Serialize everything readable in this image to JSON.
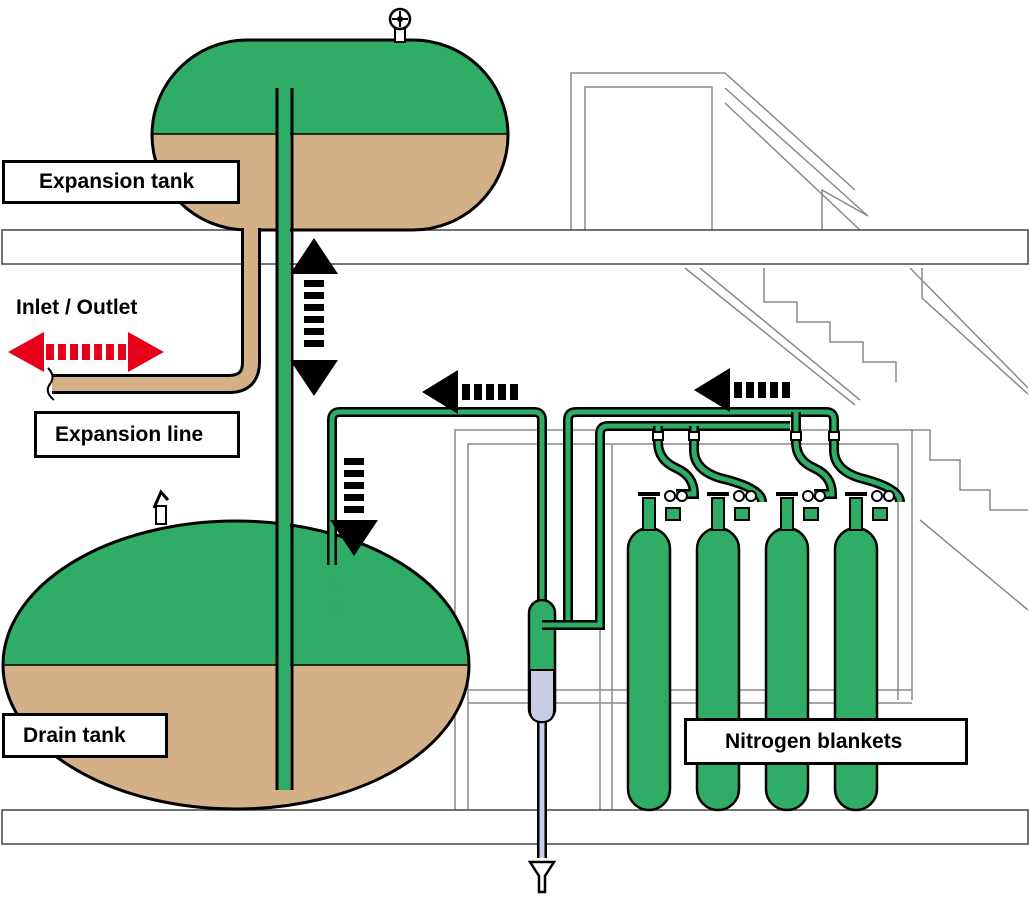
{
  "labels": {
    "expansion_tank": "Expansion tank",
    "inlet_outlet": "Inlet / Outlet",
    "expansion_line": "Expansion line",
    "drain_tank": "Drain tank",
    "nitrogen_blankets": "Nitrogen blankets"
  },
  "colors": {
    "gas": "#2fac66",
    "liquid": "#d4b088",
    "outline": "#000000",
    "structure": "#8a8a8a",
    "inlet_arrow": "#e6001a",
    "flow_arrow": "#000000",
    "bubbler_fluid": "#c9cde6"
  },
  "icons": {
    "valve": "valve-wheel-icon",
    "sample_valve": "sample-valve-icon",
    "funnel": "funnel-icon"
  }
}
